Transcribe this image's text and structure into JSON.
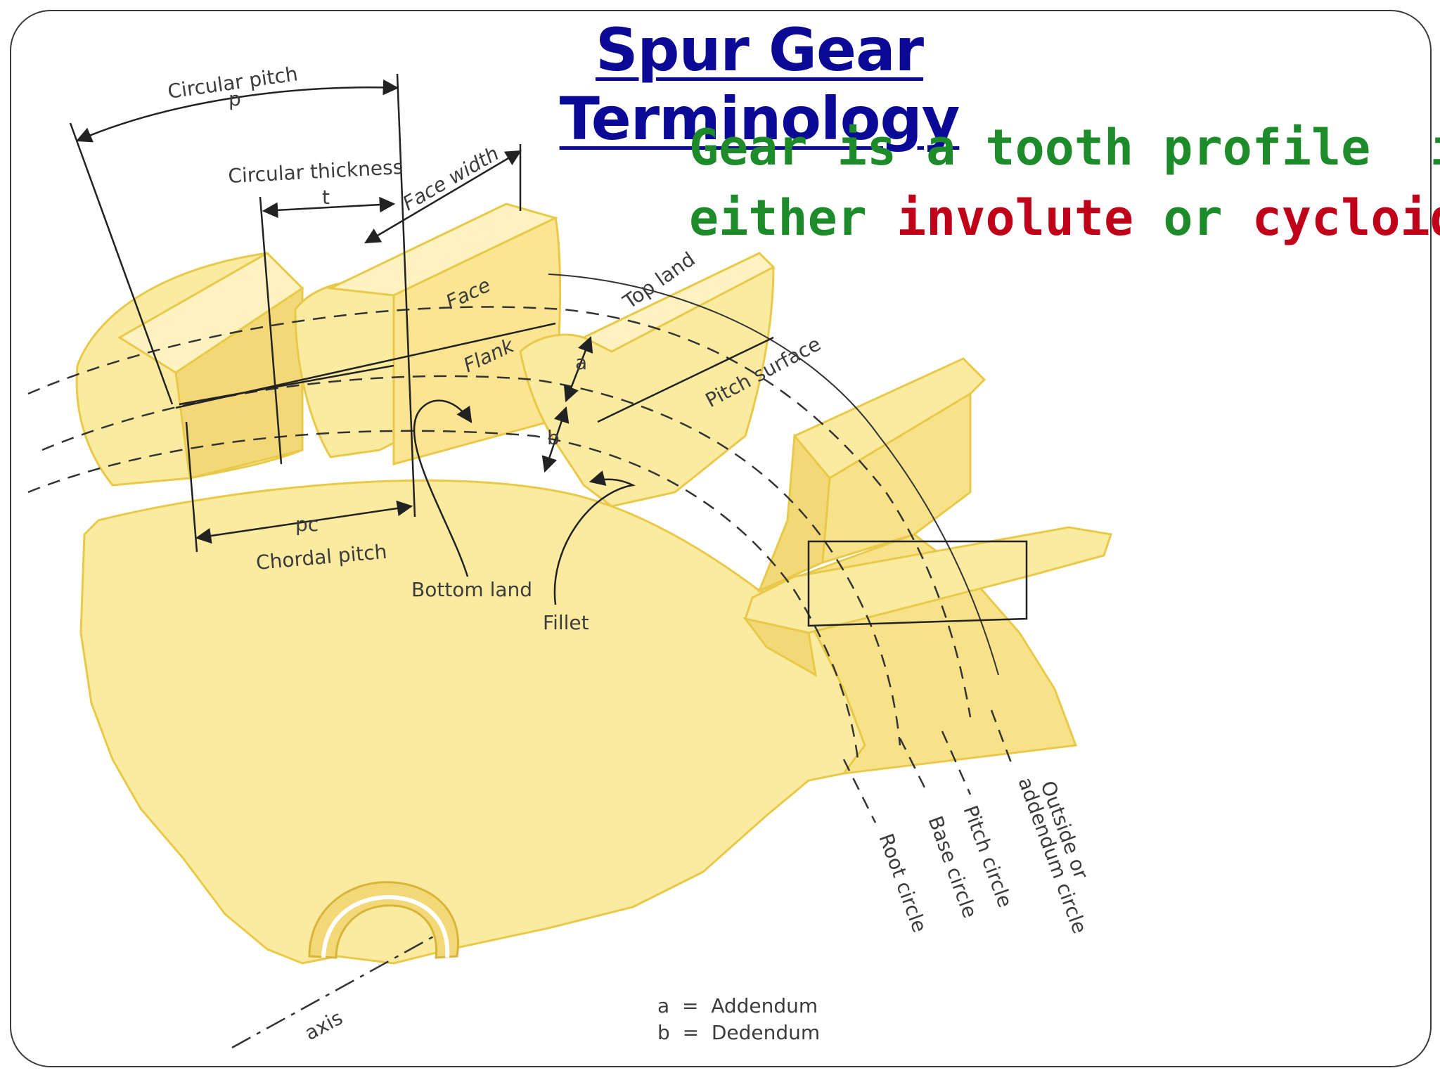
{
  "slide": {
    "title": "Spur Gear Terminology",
    "subtitle": {
      "line1": "Gear is a tooth profile  is",
      "line2_a": "either ",
      "line2_b": "involute",
      "line2_c": " or ",
      "line2_d": "cycloid",
      "line2_e": "."
    }
  },
  "diagram": {
    "labels": {
      "circular_pitch": "Circular pitch",
      "circular_pitch_symbol": "p",
      "circular_thickness": "Circular thickness",
      "circular_thickness_symbol": "t",
      "face_width": "Face width",
      "face": "Face",
      "flank": "Flank",
      "top_land": "Top land",
      "pitch_surface": "Pitch surface",
      "addendum_symbol": "a",
      "dedendum_symbol": "b",
      "chordal_pitch_symbol": "pc",
      "chordal_pitch": "Chordal pitch",
      "bottom_land": "Bottom land",
      "fillet": "Fillet",
      "root_circle": "Root circle",
      "base_circle": "Base circle",
      "pitch_circle": "Pitch circle",
      "outside_circle_1": "Outside or",
      "outside_circle_2": "addendum circle",
      "axis": "axis"
    },
    "legend": {
      "a": "a  =  Addendum",
      "b": "b  =  Dedendum"
    },
    "colors": {
      "gear_fill": "#fbeba0",
      "gear_edge": "#e8c94a",
      "title": "#0a0a96",
      "subtitle_green": "#1e8b2a",
      "subtitle_red": "#c00018"
    }
  }
}
